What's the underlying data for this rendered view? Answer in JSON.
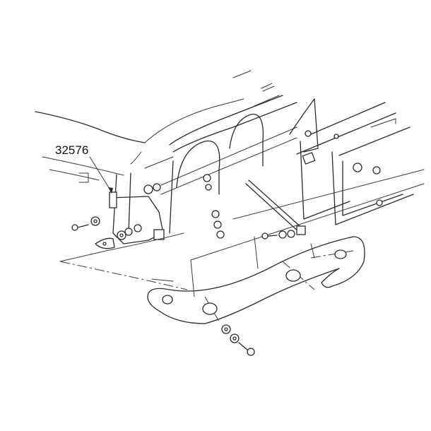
{
  "diagram": {
    "type": "exploded-parts-view",
    "subject": "front bumper / grille bracket assembly",
    "background_color": "#ffffff",
    "line_color": "#2a2a2a",
    "callouts": [
      {
        "label": "32576",
        "points_to": "bumper bracket"
      }
    ],
    "components": [
      {
        "name": "body-panel"
      },
      {
        "name": "headlight-openings"
      },
      {
        "name": "grille-frame"
      },
      {
        "name": "bumper-bracket"
      },
      {
        "name": "support-rod"
      },
      {
        "name": "bumper-bar"
      },
      {
        "name": "bolts-washers-nuts"
      }
    ]
  }
}
